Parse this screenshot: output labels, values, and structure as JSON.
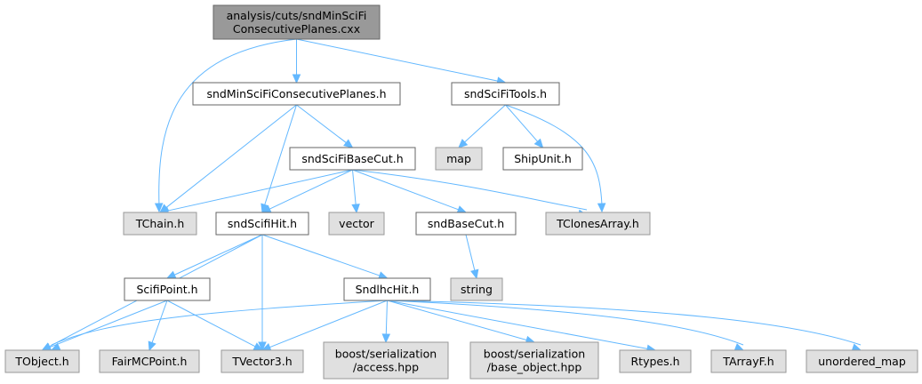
{
  "colors": {
    "root_fill": "#999999",
    "root_stroke": "#666666",
    "local_fill": "#ffffff",
    "local_stroke": "#666666",
    "external_fill": "#e0e0e0",
    "external_stroke": "#999999",
    "edge": "#63b8ff"
  },
  "nodes": [
    {
      "id": "root",
      "kind": "root",
      "lines": [
        "analysis/cuts/sndMinSciFi",
        "ConsecutivePlanes.cxx"
      ]
    },
    {
      "id": "sndMinSciFiConsecutivePlanes",
      "kind": "local",
      "lines": [
        "sndMinSciFiConsecutivePlanes.h"
      ]
    },
    {
      "id": "sndSciFiTools",
      "kind": "local",
      "lines": [
        "sndSciFiTools.h"
      ]
    },
    {
      "id": "sndSciFiBaseCut",
      "kind": "local",
      "lines": [
        "sndSciFiBaseCut.h"
      ]
    },
    {
      "id": "map",
      "kind": "external",
      "lines": [
        "map"
      ]
    },
    {
      "id": "ShipUnit",
      "kind": "local",
      "lines": [
        "ShipUnit.h"
      ]
    },
    {
      "id": "TChain",
      "kind": "external",
      "lines": [
        "TChain.h"
      ]
    },
    {
      "id": "sndScifiHit",
      "kind": "local",
      "lines": [
        "sndScifiHit.h"
      ]
    },
    {
      "id": "vector",
      "kind": "external",
      "lines": [
        "vector"
      ]
    },
    {
      "id": "sndBaseCut",
      "kind": "local",
      "lines": [
        "sndBaseCut.h"
      ]
    },
    {
      "id": "TClonesArray",
      "kind": "external",
      "lines": [
        "TClonesArray.h"
      ]
    },
    {
      "id": "string",
      "kind": "external",
      "lines": [
        "string"
      ]
    },
    {
      "id": "ScifiPoint",
      "kind": "local",
      "lines": [
        "ScifiPoint.h"
      ]
    },
    {
      "id": "SndlhcHit",
      "kind": "local",
      "lines": [
        "SndlhcHit.h"
      ]
    },
    {
      "id": "TObject",
      "kind": "external",
      "lines": [
        "TObject.h"
      ]
    },
    {
      "id": "FairMCPoint",
      "kind": "external",
      "lines": [
        "FairMCPoint.h"
      ]
    },
    {
      "id": "TVector3",
      "kind": "external",
      "lines": [
        "TVector3.h"
      ]
    },
    {
      "id": "boost_access",
      "kind": "external",
      "lines": [
        "boost/serialization",
        "/access.hpp"
      ]
    },
    {
      "id": "boost_base_object",
      "kind": "external",
      "lines": [
        "boost/serialization",
        "/base_object.hpp"
      ]
    },
    {
      "id": "Rtypes",
      "kind": "external",
      "lines": [
        "Rtypes.h"
      ]
    },
    {
      "id": "TArrayF",
      "kind": "external",
      "lines": [
        "TArrayF.h"
      ]
    },
    {
      "id": "unordered_map",
      "kind": "external",
      "lines": [
        "unordered_map"
      ]
    }
  ],
  "edges": [
    [
      "root",
      "sndMinSciFiConsecutivePlanes"
    ],
    [
      "root",
      "sndSciFiTools"
    ],
    [
      "root",
      "TChain"
    ],
    [
      "sndMinSciFiConsecutivePlanes",
      "sndSciFiBaseCut"
    ],
    [
      "sndMinSciFiConsecutivePlanes",
      "TChain"
    ],
    [
      "sndMinSciFiConsecutivePlanes",
      "sndScifiHit"
    ],
    [
      "sndSciFiTools",
      "map"
    ],
    [
      "sndSciFiTools",
      "ShipUnit"
    ],
    [
      "sndSciFiTools",
      "TClonesArray"
    ],
    [
      "sndSciFiBaseCut",
      "TChain"
    ],
    [
      "sndSciFiBaseCut",
      "sndScifiHit"
    ],
    [
      "sndSciFiBaseCut",
      "vector"
    ],
    [
      "sndSciFiBaseCut",
      "sndBaseCut"
    ],
    [
      "sndSciFiBaseCut",
      "TClonesArray"
    ],
    [
      "sndBaseCut",
      "string"
    ],
    [
      "sndScifiHit",
      "ScifiPoint"
    ],
    [
      "sndScifiHit",
      "SndlhcHit"
    ],
    [
      "sndScifiHit",
      "TObject"
    ],
    [
      "sndScifiHit",
      "TVector3"
    ],
    [
      "ScifiPoint",
      "TObject"
    ],
    [
      "ScifiPoint",
      "FairMCPoint"
    ],
    [
      "ScifiPoint",
      "TVector3"
    ],
    [
      "SndlhcHit",
      "TObject"
    ],
    [
      "SndlhcHit",
      "TVector3"
    ],
    [
      "SndlhcHit",
      "boost_access"
    ],
    [
      "SndlhcHit",
      "boost_base_object"
    ],
    [
      "SndlhcHit",
      "Rtypes"
    ],
    [
      "SndlhcHit",
      "TArrayF"
    ],
    [
      "SndlhcHit",
      "unordered_map"
    ]
  ]
}
